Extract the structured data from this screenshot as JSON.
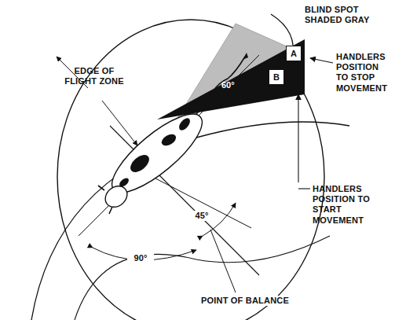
{
  "diagram": {
    "nodes": [
      {
        "text": [
          "60°"
        ]
      },
      {
        "text": [
          "A"
        ],
        "in": 0
      },
      {
        "text": [
          "B"
        ],
        "in": 0
      }
    ],
    "labels": [
      "BLIND SPOT SHADED GRAY",
      "EDGE OF FLIGHT ZONE",
      "HANDLERS POSITION TO STOP MOVEMENT",
      "HANDLERS POSITION TO START MOVEMENT",
      "POINT OF BALANCE",
      "45°",
      "90°"
    ]
  }
}
